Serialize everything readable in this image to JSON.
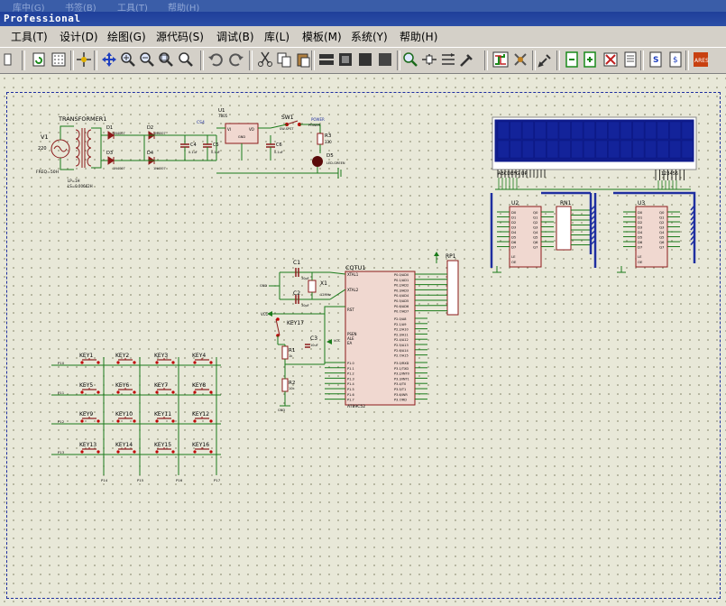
{
  "window": {
    "title": "Professional",
    "ghost_menu": [
      "库中(G)",
      "书签(B)",
      "工具(T)",
      "帮助(H)"
    ]
  },
  "menu": [
    {
      "id": "tools",
      "label": "工具(T)"
    },
    {
      "id": "design",
      "label": "设计(D)"
    },
    {
      "id": "graph",
      "label": "绘图(G)"
    },
    {
      "id": "source",
      "label": "源代码(S)"
    },
    {
      "id": "debug",
      "label": "调试(B)"
    },
    {
      "id": "library",
      "label": "库(L)"
    },
    {
      "id": "template",
      "label": "模板(M)"
    },
    {
      "id": "system",
      "label": "系统(Y)"
    },
    {
      "id": "help",
      "label": "帮助(H)"
    }
  ],
  "toolbar": {
    "icons": [
      "refresh-icon",
      "grid-icon",
      "origin-icon",
      "pan-icon",
      "zoom-in-icon",
      "zoom-out-icon",
      "zoom-all-icon",
      "zoom-area-icon",
      "undo-icon",
      "redo-icon",
      "cut-icon",
      "copy-icon",
      "paste-icon",
      "block-copy-icon",
      "block-move-icon",
      "block-rotate-icon",
      "block-delete-icon",
      "pick-device-icon",
      "make-device-icon",
      "packaging-tool-icon",
      "decompose-icon",
      "wire-autorouter-icon",
      "search-tag-icon",
      "property-tool-icon",
      "new-sheet-icon",
      "remove-sheet-icon",
      "netlist-icon",
      "design-explorer-icon",
      "bill-of-materials-icon",
      "electrical-check-icon",
      "ares-icon"
    ]
  },
  "schematic": {
    "power": {
      "transformer": "TRANSFORMER1",
      "v1": "V1",
      "v1_val": "220",
      "freq": "FREQ=50H",
      "diodes": [
        "D1",
        "D2",
        "D3",
        "D4"
      ],
      "diode_val": "1N4007",
      "regulator": "U1",
      "reg_val": "7805",
      "caps": [
        "C4",
        "C5",
        "C6"
      ],
      "cap_val": "0.1uF",
      "switch": "SW1",
      "switch_val": "SW-SPST",
      "power_label": "POWER",
      "r3": "R3",
      "r3_val": "330",
      "led": "D5",
      "led_val": "LED-GREEN"
    },
    "mcu": {
      "name": "CQTU1",
      "part": "AT89C52",
      "xtal1": "XTAL1",
      "xtal2": "XTAL2",
      "rst": "RST",
      "psen": "PSEN",
      "ale": "ALE",
      "ea": "EA",
      "p0": [
        "P0.0/AD0",
        "P0.1/AD1",
        "P0.2/AD2",
        "P0.3/AD3",
        "P0.4/AD4",
        "P0.5/AD5",
        "P0.6/AD6",
        "P0.7/AD7"
      ],
      "p2": [
        "P2.0/A8",
        "P2.1/A9",
        "P2.2/A10",
        "P2.3/A11",
        "P2.4/A12",
        "P2.5/A13",
        "P2.6/A14",
        "P2.7/A15"
      ],
      "p1": [
        "P1.0",
        "P1.1",
        "P1.2",
        "P1.3",
        "P1.4",
        "P1.5",
        "P1.6",
        "P1.7"
      ],
      "p3": [
        "P3.0/RXD",
        "P3.1/TXD",
        "P3.2/INT0",
        "P3.3/INT1",
        "P3.4/T0",
        "P3.5/T1",
        "P3.6/WR",
        "P3.7/RD"
      ]
    },
    "osc": {
      "c1": "C1",
      "c2": "C2",
      "x1": "X1",
      "x1_val": "12MHz",
      "cap_val": "30pF"
    },
    "reset": {
      "key17": "KEY17",
      "r1": "R1",
      "r1_val": "1k",
      "r2": "R2",
      "r2_val": "10k",
      "c3": "C3",
      "c3_val": "10uF",
      "vcc": "VCC",
      "gnd": "GND"
    },
    "rp1": "RP1",
    "lcd": {
      "text_left": "ABCDEFG OP",
      "text_right": "123456"
    },
    "latches": [
      "U2",
      "U3"
    ],
    "rn1": "RN1",
    "keys": [
      "KEY1",
      "KEY2",
      "KEY3",
      "KEY4",
      "KEY5",
      "KEY6",
      "KEY7",
      "KEY8",
      "KEY9",
      "KEY10",
      "KEY11",
      "KEY12",
      "KEY13",
      "KEY14",
      "KEY15",
      "KEY16"
    ],
    "row_labels": [
      "P10",
      "P11",
      "P12",
      "P13"
    ],
    "col_labels": [
      "P14",
      "P15",
      "P16",
      "P17"
    ]
  },
  "colors": {
    "wire": "#1a7a1a",
    "component": "#8b1a1a",
    "pin": "#c00000",
    "chip_fill": "#f0d8d0",
    "lcd_bg": "#101c8c",
    "bus": "#1f2fa0",
    "sheet_border": "#1f2fa0"
  }
}
